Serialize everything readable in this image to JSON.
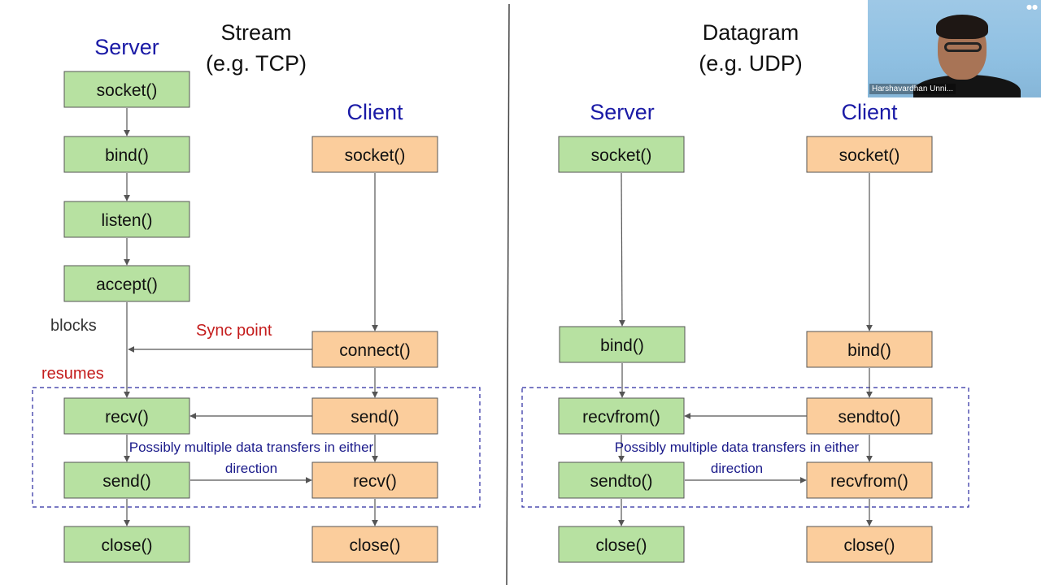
{
  "stream": {
    "title_line1": "Stream",
    "title_line2": "(e.g. TCP)",
    "server_heading": "Server",
    "client_heading": "Client",
    "server": {
      "socket": "socket()",
      "bind": "bind()",
      "listen": "listen()",
      "accept": "accept()",
      "recv": "recv()",
      "send": "send()",
      "close": "close()"
    },
    "client": {
      "socket": "socket()",
      "connect": "connect()",
      "send": "send()",
      "recv": "recv()",
      "close": "close()"
    },
    "blocks_label": "blocks",
    "sync_label": "Sync point",
    "resumes_label": "resumes",
    "transfer_note_line1": "Possibly multiple data transfers in either",
    "transfer_note_line2": "direction"
  },
  "datagram": {
    "title_line1": "Datagram",
    "title_line2": "(e.g. UDP)",
    "server_heading": "Server",
    "client_heading": "Client",
    "server": {
      "socket": "socket()",
      "bind": "bind()",
      "recvfrom": "recvfrom()",
      "sendto": "sendto()",
      "close": "close()"
    },
    "client": {
      "socket": "socket()",
      "bind": "bind()",
      "sendto": "sendto()",
      "recvfrom": "recvfrom()",
      "close": "close()"
    },
    "transfer_note_line1": "Possibly multiple data transfers in either",
    "transfer_note_line2": "direction"
  },
  "webcam": {
    "participant_name": "Harshavardhan Unni..."
  },
  "colors": {
    "server_box_fill": "#b7e1a1",
    "client_box_fill": "#fbcd9c",
    "heading_blue": "#1a1aa6",
    "sync_red": "#c41c1c",
    "note_navy": "#1a1a8a",
    "dashed_border": "#2a2aa0"
  }
}
